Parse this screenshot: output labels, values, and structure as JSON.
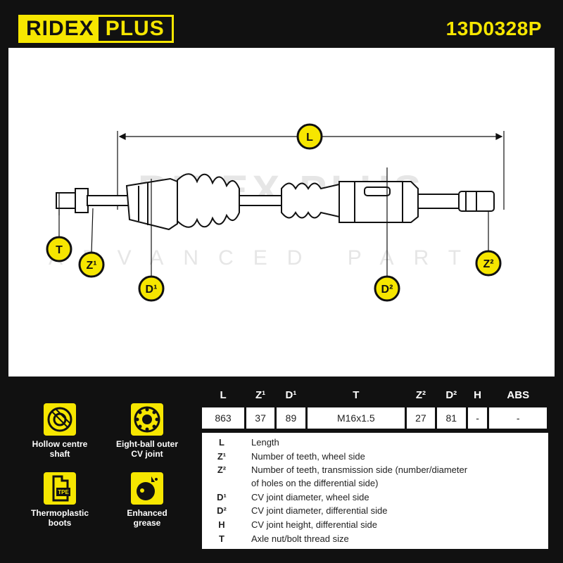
{
  "header": {
    "brand_main": "RIDEX",
    "brand_sub": "PLUS",
    "part_number": "13D0328P"
  },
  "watermark": {
    "brand": "RIDEX PLUS",
    "tagline": "ADVANCED PARTS"
  },
  "drawing": {
    "labels": {
      "L": "L",
      "T": "T",
      "Z1": "Z¹",
      "D1": "D¹",
      "D2": "D²",
      "Z2": "Z²"
    }
  },
  "features": [
    {
      "label_1": "Hollow centre",
      "label_2": "shaft",
      "icon": "hollow-shaft-icon"
    },
    {
      "label_1": "Eight-ball outer",
      "label_2": "CV joint",
      "icon": "ball-joint-icon"
    },
    {
      "label_1": "Thermoplastic",
      "label_2": "boots",
      "icon": "boot-icon",
      "badge": "TPE"
    },
    {
      "label_1": "Enhanced",
      "label_2": "grease",
      "icon": "grease-icon"
    }
  ],
  "spec_table": {
    "headers": [
      "L",
      "Z¹",
      "D¹",
      "T",
      "Z²",
      "D²",
      "H",
      "ABS"
    ],
    "values": [
      "863",
      "37",
      "89",
      "M16x1.5",
      "27",
      "81",
      "-",
      "-"
    ]
  },
  "legend": [
    {
      "key": "L",
      "text": "Length"
    },
    {
      "key": "Z¹",
      "text": "Number of teeth, wheel side"
    },
    {
      "key": "Z²",
      "text": "Number of teeth, transmission side (number/diameter"
    },
    {
      "key": "",
      "text": "of holes on the differential side)"
    },
    {
      "key": "D¹",
      "text": "CV joint diameter, wheel side"
    },
    {
      "key": "D²",
      "text": "CV joint diameter, differential side"
    },
    {
      "key": "H",
      "text": "CV joint height, differential side"
    },
    {
      "key": "T",
      "text": "Axle nut/bolt thread size"
    }
  ],
  "colors": {
    "accent": "#f6e600",
    "dark": "#111111",
    "panel": "#ffffff",
    "watermark": "#e4e4e4"
  }
}
